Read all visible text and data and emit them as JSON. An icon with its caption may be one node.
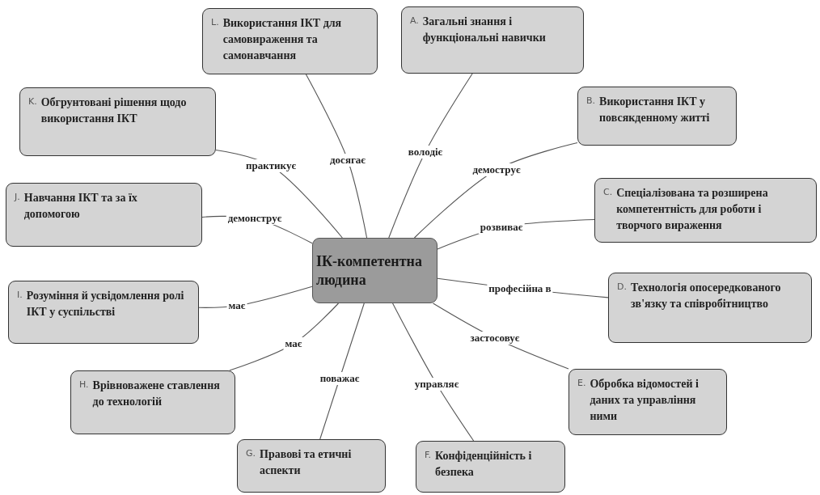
{
  "diagram": {
    "nodes": [
      {
        "text": [
          "ІК-компетентна людина"
        ]
      },
      {
        "text": [
          "A.",
          "Загальні знання і функціональні навички"
        ]
      },
      {
        "text": [
          "B.",
          "Використання ІКТ у повсякденному житті"
        ]
      },
      {
        "text": [
          "C.",
          "Спеціалізована та розширена компетентність для роботи і творчого вираження"
        ]
      },
      {
        "text": [
          "D.",
          "Технологія опосередкованого зв'язку та співробітництво"
        ]
      },
      {
        "text": [
          "E.",
          "Обробка відомостей і даних та управління ними"
        ]
      },
      {
        "text": [
          "F.",
          "Конфіденційність і безпека"
        ]
      },
      {
        "text": [
          "G.",
          "Правові та етичні аспекти"
        ]
      },
      {
        "text": [
          "H.",
          "Врівноважене ставлення до технологій"
        ]
      },
      {
        "text": [
          "I.",
          "Розуміння й усвідомлення ролі ІКТ у суспільстві"
        ]
      },
      {
        "text": [
          "J.",
          "Навчання ІКТ та за їх допомогою"
        ]
      },
      {
        "text": [
          "K.",
          "Обгрунтовані рішення щодо використання ІКТ"
        ]
      },
      {
        "text": [
          "L.",
          "Використання ІКТ для самовираження та самонавчання"
        ]
      }
    ],
    "edges": [
      {
        "from": 0,
        "to": 1,
        "arrow": "none",
        "label": "володіє"
      },
      {
        "from": 0,
        "to": 2,
        "arrow": "none",
        "label": "демострує"
      },
      {
        "from": 0,
        "to": 3,
        "arrow": "none",
        "label": "розвиває"
      },
      {
        "from": 0,
        "to": 4,
        "arrow": "none",
        "label": "професійна в"
      },
      {
        "from": 0,
        "to": 5,
        "arrow": "none",
        "label": "застосовує"
      },
      {
        "from": 0,
        "to": 6,
        "arrow": "none",
        "label": "управляє"
      },
      {
        "from": 0,
        "to": 7,
        "arrow": "none",
        "label": "поважає"
      },
      {
        "from": 0,
        "to": 8,
        "arrow": "none",
        "label": "має"
      },
      {
        "from": 0,
        "to": 9,
        "arrow": "none",
        "label": "має"
      },
      {
        "from": 0,
        "to": 10,
        "arrow": "none",
        "label": "демонструє"
      },
      {
        "from": 0,
        "to": 11,
        "arrow": "none",
        "label": "практикує"
      },
      {
        "from": 0,
        "to": 12,
        "arrow": "none",
        "label": "досягає"
      }
    ]
  }
}
